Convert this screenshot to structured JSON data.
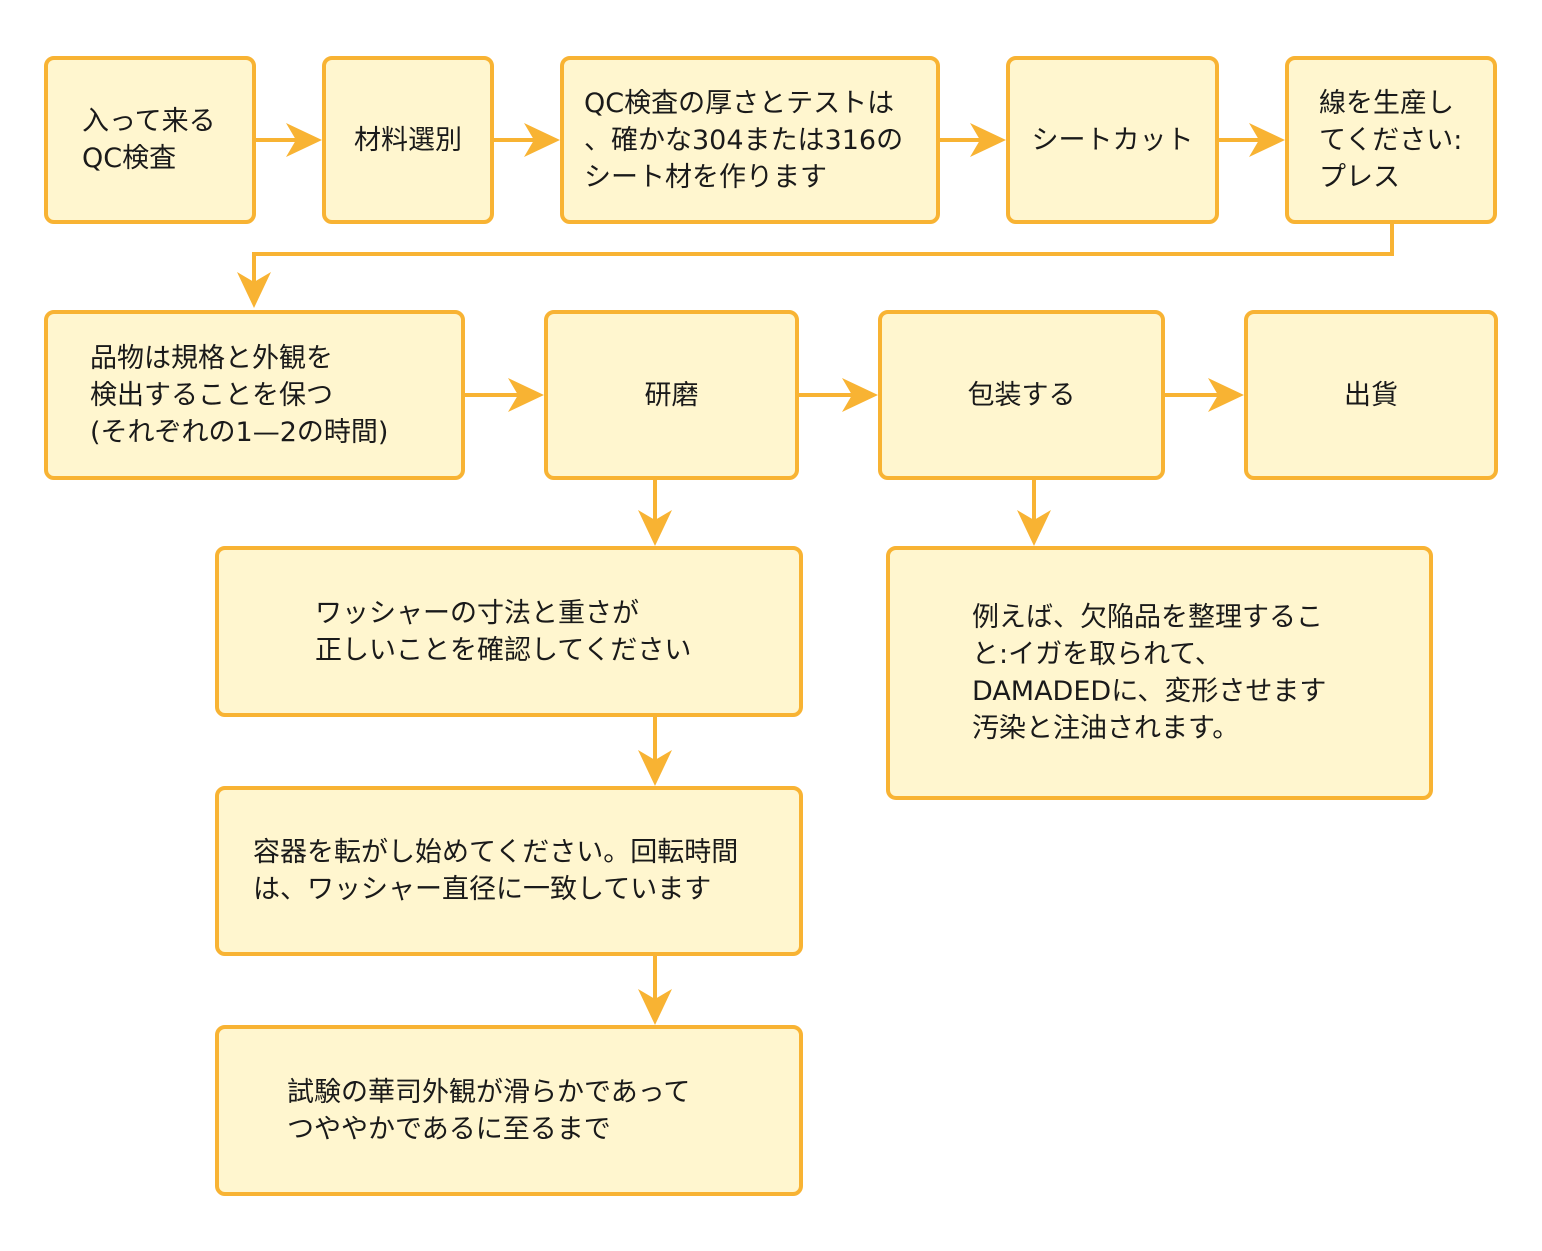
{
  "colors": {
    "box_fill": "#fff6cf",
    "box_border": "#f8b333",
    "arrow": "#f8b333",
    "text": "#1a1a1a"
  },
  "nodes": {
    "incoming_qc": "入って来る\nQC検査",
    "material_sort": "材料選別",
    "qc_thickness": "QC検査の厚さとテストは\n、確かな304または316の\nシート材を作ります",
    "sheet_cut": "シートカット",
    "produce_line": "線を生産し\nてください:\nプレス",
    "product_check": "品物は規格と外観を\n検出することを保つ\n(それぞれの1—2の時間)",
    "grinding": "研磨",
    "packing": "包装する",
    "shipping": "出貨",
    "washer_check": "ワッシャーの寸法と重さが\n正しいことを確認してください",
    "sort_defects": "例えば、欠陥品を整理するこ\nと:イガを取られて、\nDAMADEDに、変形させます\n汚染と注油されます。",
    "tumbling": "容器を転がし始めてください。回転時間\nは、ワッシャー直径に一致しています",
    "appearance_test": "試験の華司外観が滑らかであって\nつややかであるに至るまで"
  }
}
